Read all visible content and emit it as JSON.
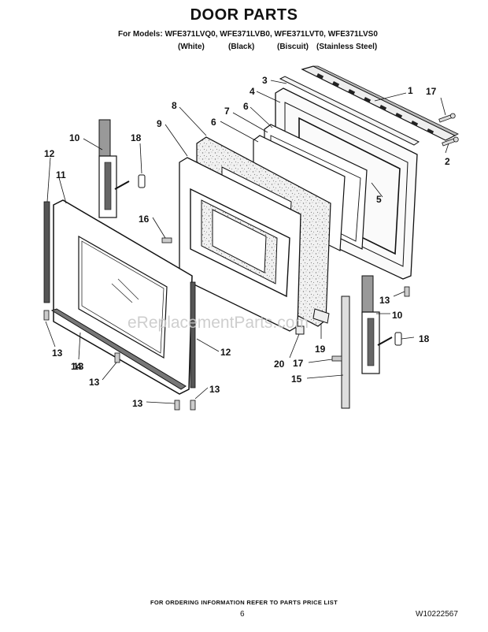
{
  "title": "DOOR PARTS",
  "models_line": "For Models: WFE371LVQ0, WFE371LVB0, WFE371LVT0, WFE371LVS0",
  "variants": [
    "(White)",
    "(Black)",
    "(Biscuit)",
    "(Stainless Steel)"
  ],
  "callouts": [
    "1",
    "2",
    "3",
    "4",
    "5",
    "6",
    "6",
    "7",
    "8",
    "9",
    "10",
    "10",
    "11",
    "12",
    "12",
    "13",
    "13",
    "13",
    "13",
    "13",
    "13",
    "14",
    "15",
    "16",
    "17",
    "17",
    "18",
    "18",
    "19",
    "20"
  ],
  "watermark": "eReplacementParts.com",
  "footer": {
    "ordering_note": "FOR ORDERING INFORMATION REFER TO PARTS PRICE LIST",
    "page_number": "6",
    "document_number": "W10222567"
  }
}
